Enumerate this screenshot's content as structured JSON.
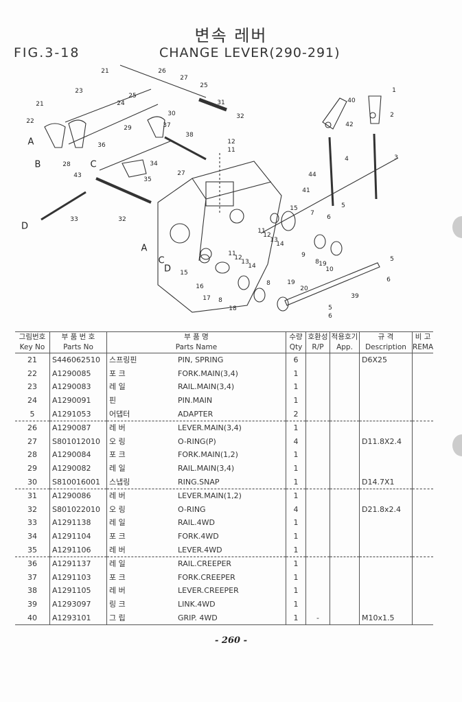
{
  "header": {
    "title_kr": "변속 레버",
    "fig": "FIG.3-18",
    "title_en": "CHANGE LEVER(290-291)"
  },
  "diagram": {
    "callouts": [
      "21",
      "26",
      "27",
      "25",
      "25",
      "23",
      "24",
      "21",
      "22",
      "A",
      "31",
      "30",
      "32",
      "37",
      "29",
      "38",
      "12",
      "11",
      "36",
      "34",
      "B",
      "28",
      "27",
      "43",
      "35",
      "33",
      "32",
      "D",
      "40",
      "1",
      "2",
      "42",
      "4",
      "3",
      "44",
      "41",
      "15",
      "7",
      "6",
      "5",
      "A",
      "C",
      "D",
      "11",
      "12",
      "13",
      "14",
      "9",
      "8",
      "10",
      "19",
      "11",
      "12",
      "13",
      "14",
      "15",
      "16",
      "17",
      "8",
      "18",
      "8",
      "19",
      "20",
      "5",
      "6",
      "39",
      "5",
      "6",
      "C"
    ]
  },
  "table": {
    "headers": [
      {
        "kr": "그림번호",
        "en": "Key No"
      },
      {
        "kr": "부 품 번 호",
        "en": "Parts No"
      },
      {
        "kr": "부 품 명",
        "en": "Parts Name"
      },
      {
        "kr": "수량",
        "en": "Qty"
      },
      {
        "kr": "호환성",
        "en": "R/P"
      },
      {
        "kr": "적용호기",
        "en": "App."
      },
      {
        "kr": "규 격",
        "en": "Description"
      },
      {
        "kr": "비 고",
        "en": "REMA"
      }
    ],
    "rows": [
      {
        "key": "21",
        "part": "S446062510",
        "kr": "스프링핀",
        "name": "PIN, SPRING",
        "qty": "6",
        "rp": "",
        "desc": "D6X25"
      },
      {
        "key": "22",
        "part": "A1290085",
        "kr": "포 크",
        "name": "FORK.MAIN(3,4)",
        "qty": "1",
        "rp": "",
        "desc": ""
      },
      {
        "key": "23",
        "part": "A1290083",
        "kr": "레 일",
        "name": "RAIL.MAIN(3,4)",
        "qty": "1",
        "rp": "",
        "desc": ""
      },
      {
        "key": "24",
        "part": "A1290091",
        "kr": "핀",
        "name": "PIN.MAIN",
        "qty": "1",
        "rp": "",
        "desc": ""
      },
      {
        "key": "5",
        "part": "A1291053",
        "kr": "어댑터",
        "name": "ADAPTER",
        "qty": "2",
        "rp": "",
        "desc": ""
      },
      {
        "key": "26",
        "part": "A1290087",
        "kr": "레 버",
        "name": "LEVER.MAIN(3,4)",
        "qty": "1",
        "rp": "",
        "desc": ""
      },
      {
        "key": "27",
        "part": "S801012010",
        "kr": "오 링",
        "name": "O-RING(P)",
        "qty": "4",
        "rp": "",
        "desc": "D11.8X2.4"
      },
      {
        "key": "28",
        "part": "A1290084",
        "kr": "포 크",
        "name": "FORK.MAIN(1,2)",
        "qty": "1",
        "rp": "",
        "desc": ""
      },
      {
        "key": "29",
        "part": "A1290082",
        "kr": "레 일",
        "name": "RAIL.MAIN(3,4)",
        "qty": "1",
        "rp": "",
        "desc": ""
      },
      {
        "key": "30",
        "part": "S810016001",
        "kr": "스냅링",
        "name": "RING.SNAP",
        "qty": "1",
        "rp": "",
        "desc": "D14.7X1"
      },
      {
        "key": "31",
        "part": "A1290086",
        "kr": "레 버",
        "name": "LEVER.MAIN(1,2)",
        "qty": "1",
        "rp": "",
        "desc": ""
      },
      {
        "key": "32",
        "part": "S801022010",
        "kr": "오 링",
        "name": "O-RING",
        "qty": "4",
        "rp": "",
        "desc": "D21.8x2.4"
      },
      {
        "key": "33",
        "part": "A1291138",
        "kr": "레 일",
        "name": "RAIL.4WD",
        "qty": "1",
        "rp": "",
        "desc": ""
      },
      {
        "key": "34",
        "part": "A1291104",
        "kr": "포 크",
        "name": "FORK.4WD",
        "qty": "1",
        "rp": "",
        "desc": ""
      },
      {
        "key": "35",
        "part": "A1291106",
        "kr": "레 버",
        "name": "LEVER.4WD",
        "qty": "1",
        "rp": "",
        "desc": ""
      },
      {
        "key": "36",
        "part": "A1291137",
        "kr": "레 일",
        "name": "RAIL.CREEPER",
        "qty": "1",
        "rp": "",
        "desc": ""
      },
      {
        "key": "37",
        "part": "A1291103",
        "kr": "포 크",
        "name": "FORK.CREEPER",
        "qty": "1",
        "rp": "",
        "desc": ""
      },
      {
        "key": "38",
        "part": "A1291105",
        "kr": "레 버",
        "name": "LEVER.CREEPER",
        "qty": "1",
        "rp": "",
        "desc": ""
      },
      {
        "key": "39",
        "part": "A1293097",
        "kr": "링 크",
        "name": "LINK.4WD",
        "qty": "1",
        "rp": "",
        "desc": ""
      },
      {
        "key": "40",
        "part": "A1293101",
        "kr": "그 립",
        "name": "GRIP. 4WD",
        "qty": "1",
        "rp": "-",
        "desc": "M10x1.5"
      }
    ]
  },
  "footer": {
    "page": "- 260 -"
  }
}
